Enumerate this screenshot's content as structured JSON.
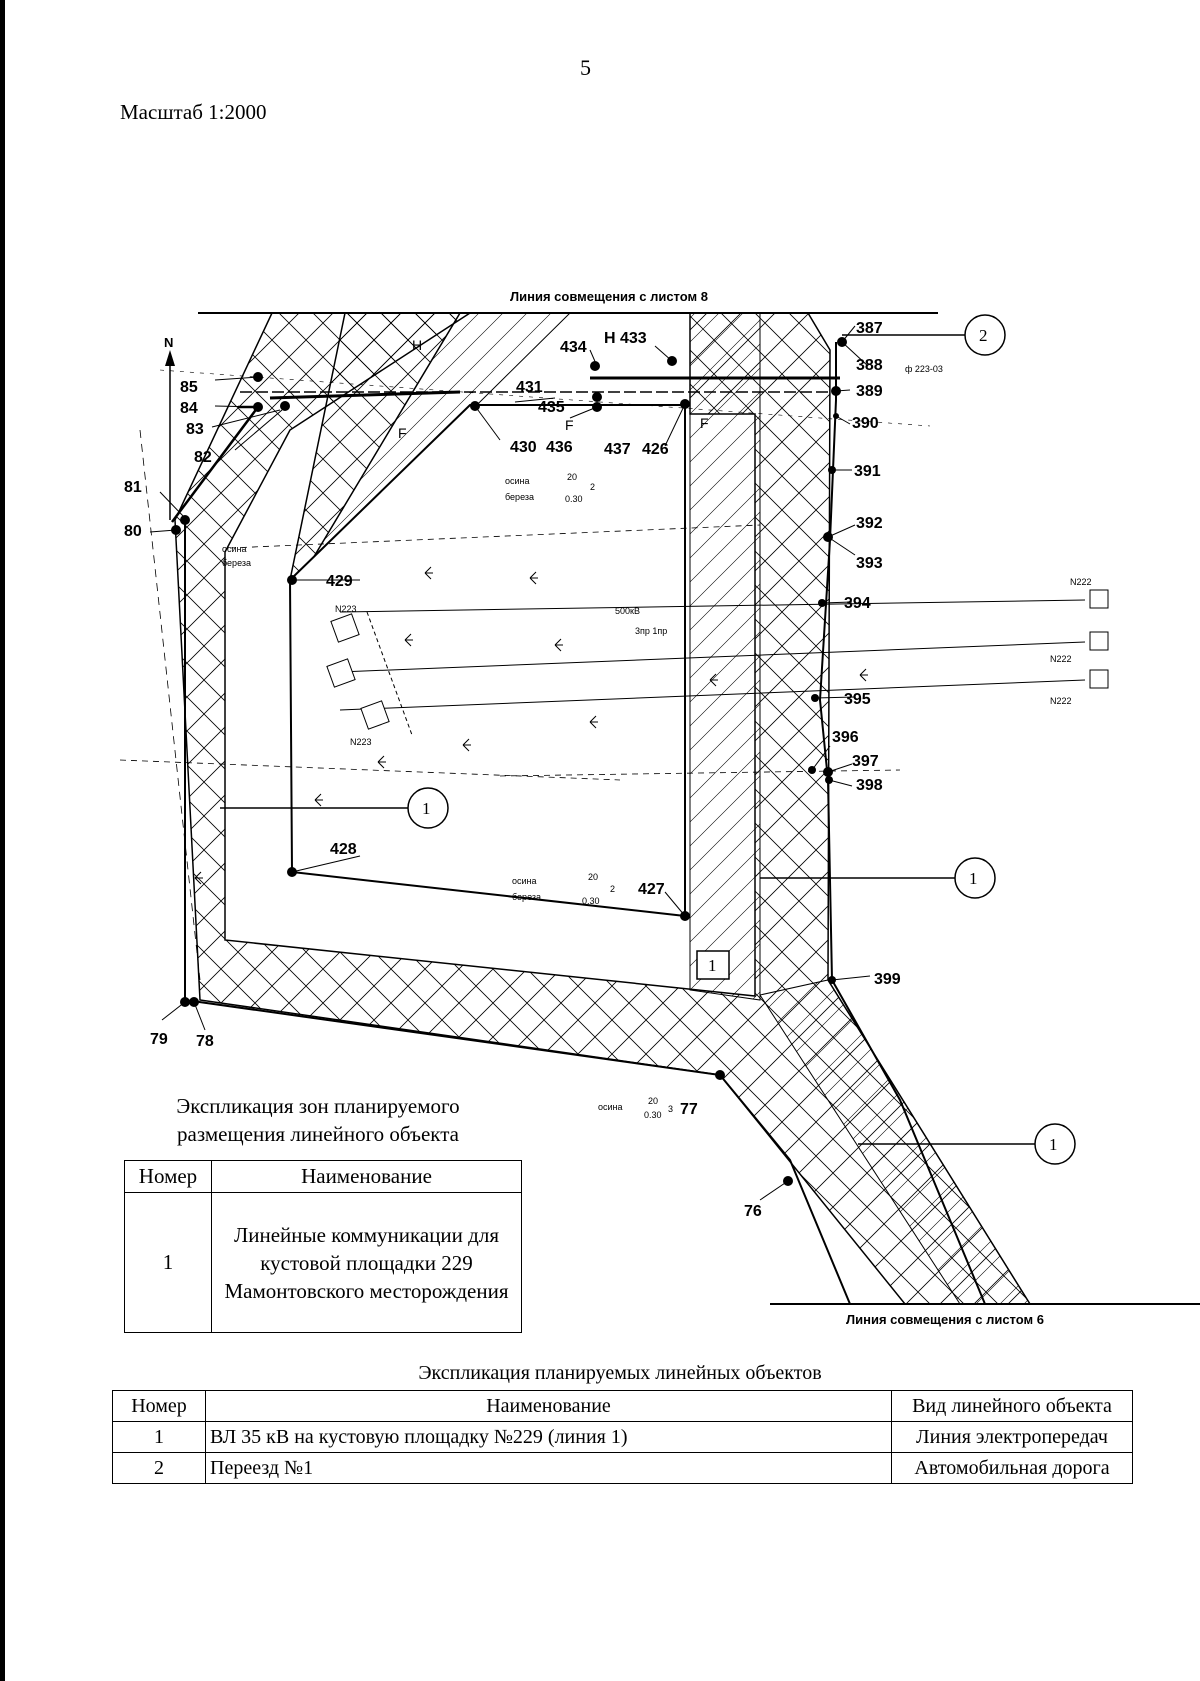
{
  "page_number": "5",
  "scale": "Масштаб 1:2000",
  "map": {
    "top_line_label": "Линия совмещения с листом 8",
    "bottom_line_label": "Линия совмещения с листом 6",
    "north_label": "N",
    "callout_1": "1",
    "callout_2": "2",
    "zone_box_label": "1",
    "points": {
      "p76": "76",
      "p77": "77",
      "p78": "78",
      "p79": "79",
      "p80": "80",
      "p81": "81",
      "p82": "82",
      "p83": "83",
      "p84": "84",
      "p85": "85",
      "p387": "387",
      "p388": "388",
      "p389": "389",
      "p390": "390",
      "p391": "391",
      "p392": "392",
      "p393": "393",
      "p394": "394",
      "p395": "395",
      "p396": "396",
      "p397": "397",
      "p398": "398",
      "p399": "399",
      "p426": "426",
      "p427": "427",
      "p428": "428",
      "p429": "429",
      "p430": "430",
      "p431": "431",
      "p433": "H 433",
      "p434": "434",
      "p435": "435",
      "p436": "436",
      "p437": "437"
    },
    "annotations": {
      "h_mark": "H",
      "f_mark": "F",
      "tree_a_species": "осина",
      "tree_b_species": "береза",
      "tree_size_20": "20",
      "tree_size_030": "0.30",
      "tree_count_2": "2",
      "tree_count_3": "3",
      "n223": "N223",
      "n222": "N222",
      "wire_label": "500кВ",
      "wire_sub": "3пр 1пр",
      "f223": "ф 223-03"
    }
  },
  "zones_explication": {
    "title": "Экспликация зон планируемого размещения линейного объекта",
    "headers": {
      "number": "Номер",
      "name": "Наименование"
    },
    "rows": [
      {
        "number": "1",
        "name": "Линейные коммуникации для кустовой площадки 229 Мамонтовского месторождения"
      }
    ]
  },
  "objects_explication": {
    "title": "Экспликация планируемых линейных объектов",
    "headers": {
      "number": "Номер",
      "name": "Наименование",
      "type": "Вид линейного объекта"
    },
    "rows": [
      {
        "number": "1",
        "name": "ВЛ 35 кВ на кустовую площадку №229 (линия 1)",
        "type": "Линия электропередач"
      },
      {
        "number": "2",
        "name": "Переезд №1",
        "type": "Автомобильная дорога"
      }
    ]
  }
}
